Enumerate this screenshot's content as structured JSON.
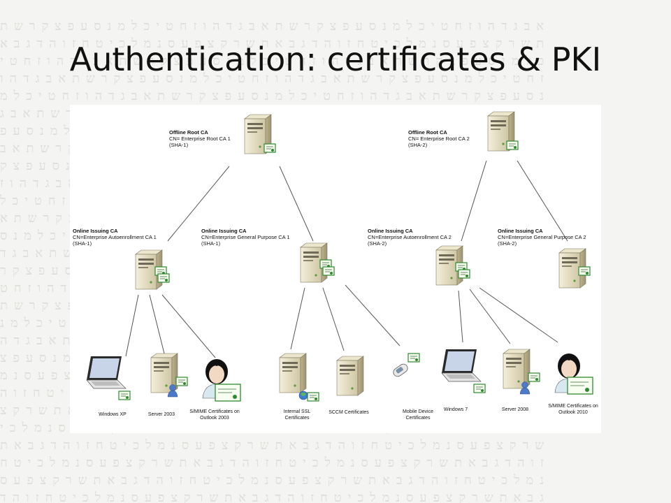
{
  "slide": {
    "title": "Authentication: certificates & PKI"
  },
  "pki": {
    "root1": {
      "title": "Offline Root CA",
      "cn": "CN= Enterprise Root CA 1",
      "alg": "(SHA-1)"
    },
    "root2": {
      "title": "Offline Root CA",
      "cn": "CN= Enterprise Root CA 2",
      "alg": "(SHA-2)"
    },
    "issuing1": {
      "title": "Online Issuing CA",
      "cn": "CN=Enterprise Autoenrollment CA 1",
      "alg": "(SHA-1)"
    },
    "issuing2": {
      "title": "Online Issuing CA",
      "cn": "CN=Enterprise General Purpose CA 1",
      "alg": "(SHA-1)"
    },
    "issuing3": {
      "title": "Online Issuing CA",
      "cn": "CN=Enterprise Autoenrollment CA 2",
      "alg": "(SHA-2)"
    },
    "issuing4": {
      "title": "Online Issuing CA",
      "cn": "CN=Enterprise General Purpose CA 2",
      "alg": "(SHA-2)"
    },
    "leaves": [
      {
        "label": "Windows XP"
      },
      {
        "label": "Server 2003"
      },
      {
        "label": "S/MIME Certificates on Outlook 2003"
      },
      {
        "label": "Internal SSL Certificates"
      },
      {
        "label": "SCCM Certificates"
      },
      {
        "label": "Mobile Device Certificates"
      },
      {
        "label": "Windows 7"
      },
      {
        "label": "Server 2008"
      },
      {
        "label": "S/MIME Certificates on Outlook 2010"
      }
    ]
  },
  "colors": {
    "server": "#e6dfc3",
    "server_dark": "#a89f7e",
    "cert": "#2f8a2f",
    "laptop_screen": "#c8d4e8",
    "person_shirt": "#d8e8f0",
    "background_text": "#dcdcd8"
  }
}
